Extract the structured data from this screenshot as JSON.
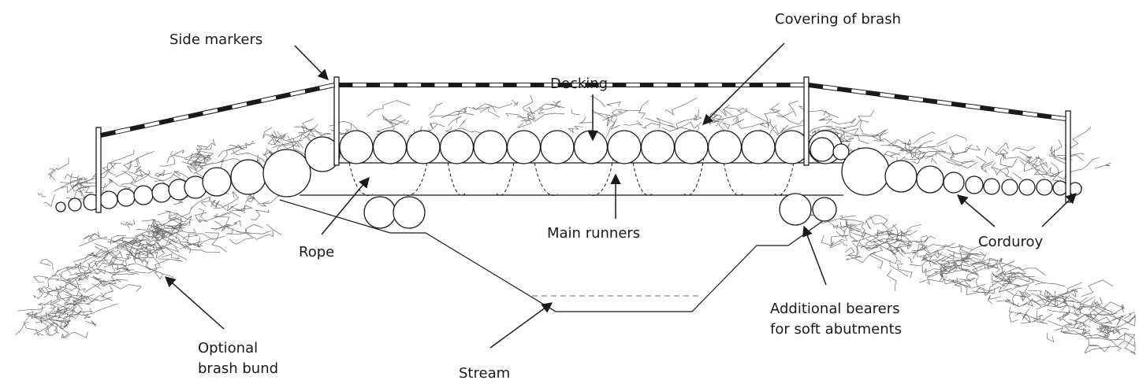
{
  "labels": {
    "side_markers": "Side markers",
    "covering_of_brash": "Covering of brash",
    "decking": "Decking",
    "main_runners": "Main runners",
    "rope": "Rope",
    "corduroy": "Corduroy",
    "optional_brash_bund_line1": "Optional",
    "optional_brash_bund_line2": "brash bund",
    "stream": "Stream",
    "additional_bearers_line1": "Additional bearers",
    "additional_bearers_line2": "for soft abutments"
  },
  "colors": {
    "ink": "#1a1a1a",
    "brash": "#6a6a6a",
    "background": "#ffffff"
  }
}
